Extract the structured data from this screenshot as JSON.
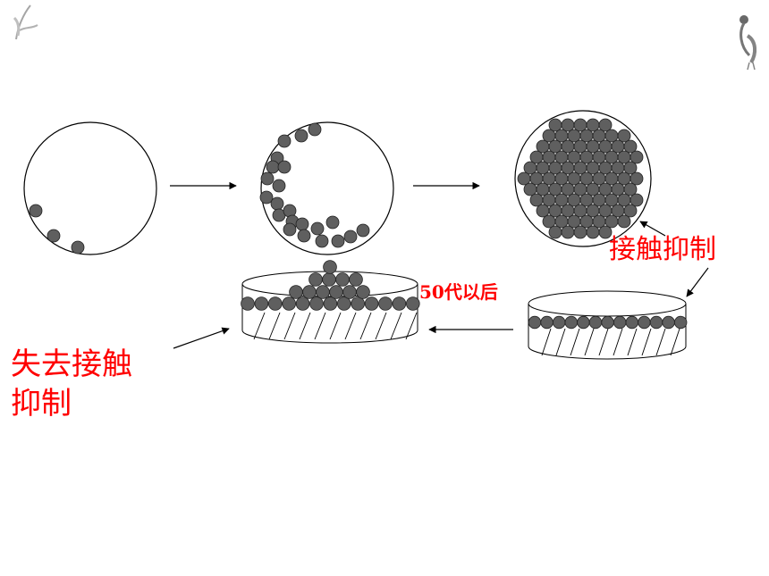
{
  "labels": {
    "contact_inhibition": "接触抑制",
    "after_generations": "50代以后",
    "lost_line1": "失去接触",
    "lost_line2": "抑制"
  },
  "icons": {
    "top_left": "bamboo-leaf-icon",
    "top_right": "crane-icon"
  },
  "colors": {
    "label_red": "#ff0000",
    "cell_fill": "#5f5f5f",
    "cell_stroke": "#222222",
    "line": "#000000"
  }
}
